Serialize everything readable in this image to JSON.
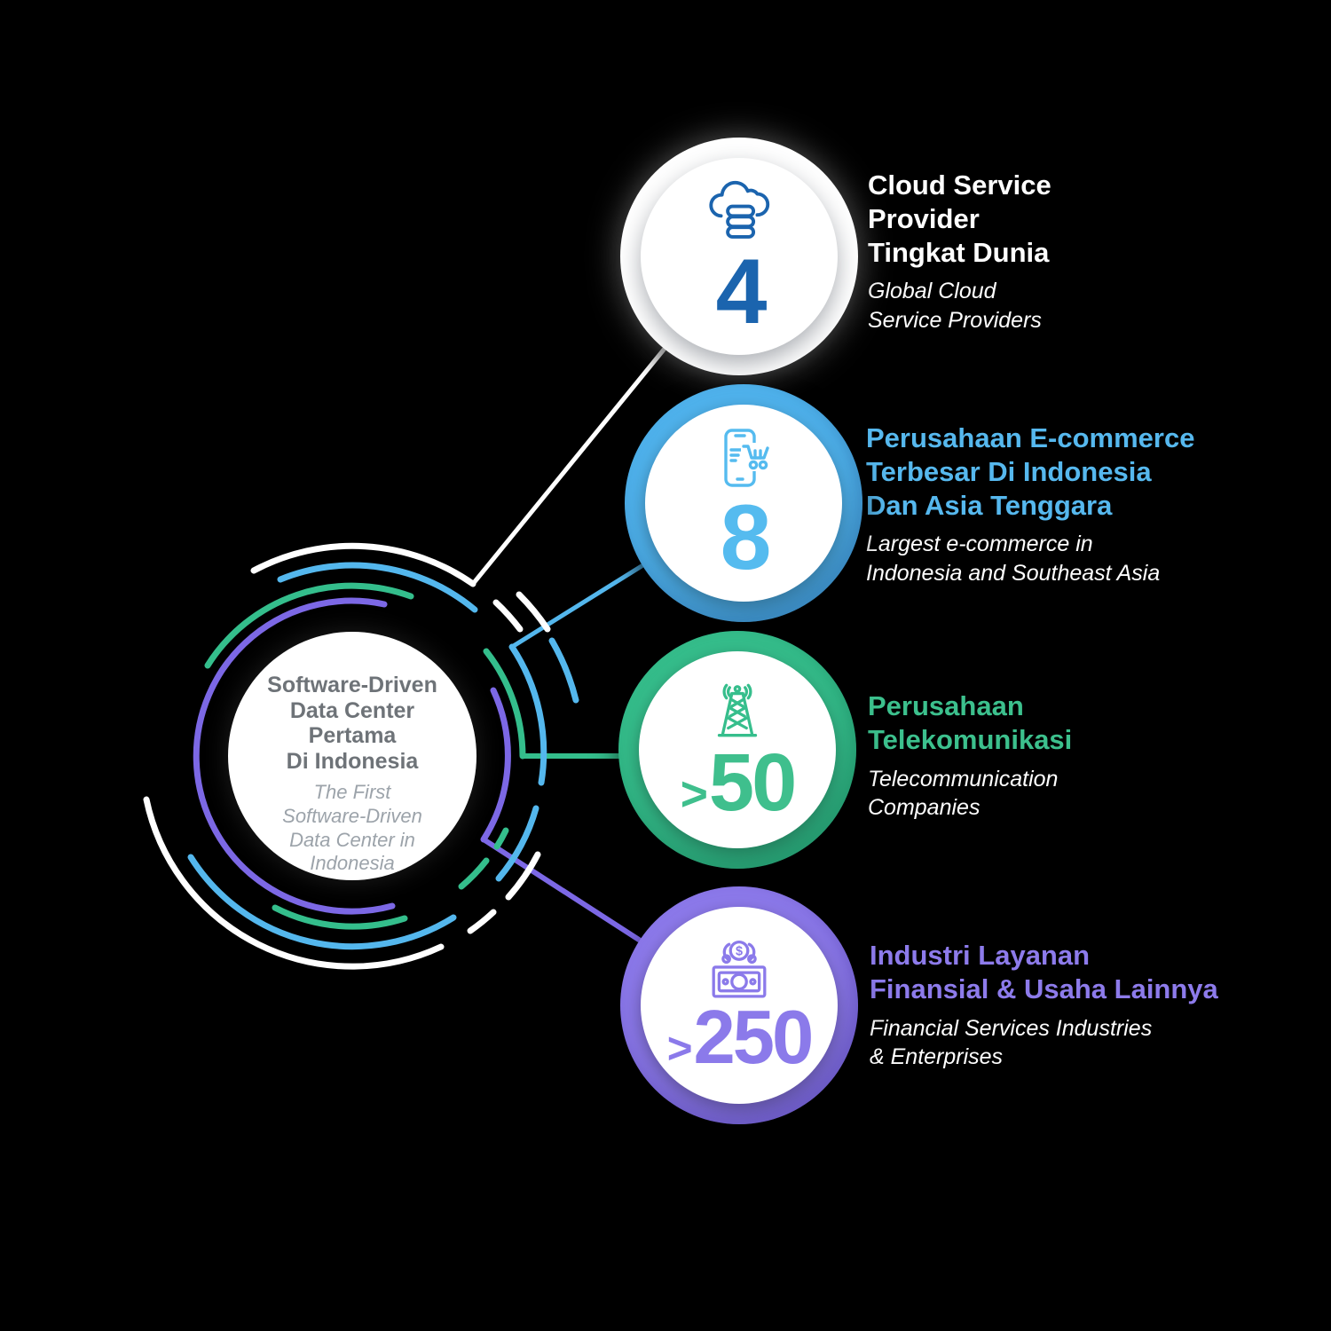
{
  "hub": {
    "title": "Software-Driven\nData Center\nPertama\nDi Indonesia",
    "subtitle": "The First\nSoftware-Driven\nData Center in\nIndonesia"
  },
  "items": [
    {
      "icon": "cloud-server",
      "prefix": "",
      "value": "4",
      "title": "Cloud Service\nProvider\nTingkat Dunia",
      "subtitle": "Global Cloud\nService Providers",
      "ring_color": "#FFFFFF",
      "accent_color": "#1B64AE"
    },
    {
      "icon": "phone-cart",
      "prefix": "",
      "value": "8",
      "title": "Perusahaan E-commerce\nTerbesar Di Indonesia\nDan Asia Tenggara",
      "subtitle": "Largest e-commerce in\nIndonesia and Southeast Asia",
      "ring_color": "#4FB2EC",
      "accent_color": "#55BBEF"
    },
    {
      "icon": "radio-tower",
      "prefix": ">",
      "value": "50",
      "title": "Perusahaan\nTelekomunikasi",
      "subtitle": "Telecommunication\nCompanies",
      "ring_color": "#35BD8B",
      "accent_color": "#3FBF8D"
    },
    {
      "icon": "money",
      "prefix": ">",
      "value": "250",
      "title": "Industri Layanan\nFinansial & Usaha Lainnya",
      "subtitle": "Financial Services Industries\n& Enterprises",
      "ring_color": "#8C79EA",
      "accent_color": "#8B7AEA"
    }
  ],
  "icons": {
    "money_dollar": "$"
  },
  "colors": {
    "background": "#000000",
    "arc_purple": "#7C68E5",
    "arc_green": "#34BE8C",
    "arc_blue": "#54B7ED",
    "arc_white": "#FFFFFF",
    "hub_title": "#6E7378",
    "hub_subtitle": "#9CA3AA"
  }
}
